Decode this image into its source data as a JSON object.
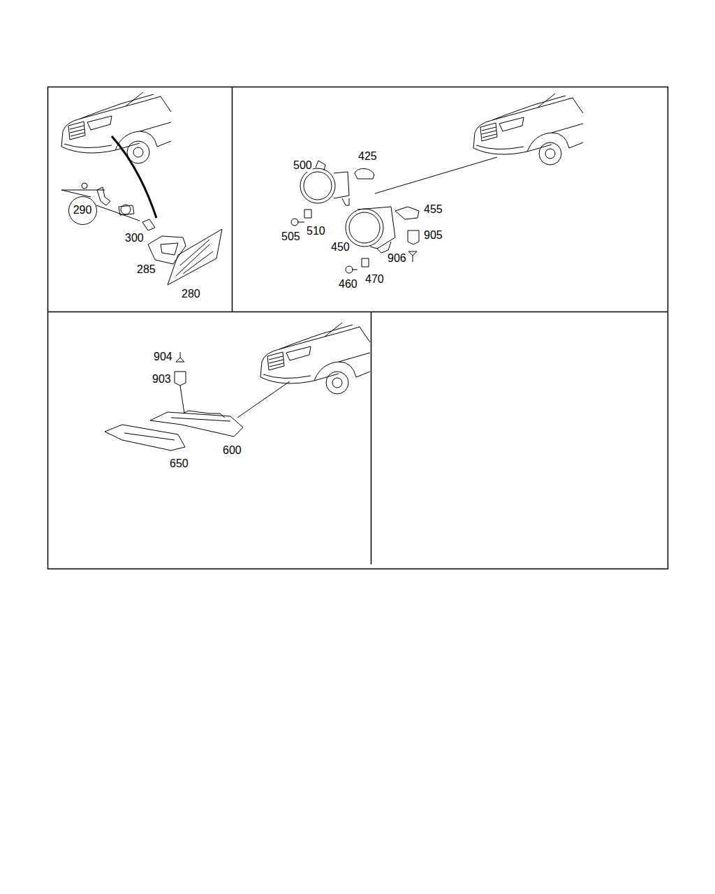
{
  "diagram": {
    "nodes": [
      {
        "text": [
          "290"
        ]
      }
    ],
    "labels": [
      "300",
      "285",
      "280",
      "500",
      "425",
      "455",
      "505",
      "510",
      "905",
      "450",
      "906",
      "470",
      "460",
      "904",
      "903",
      "600",
      "650"
    ]
  }
}
